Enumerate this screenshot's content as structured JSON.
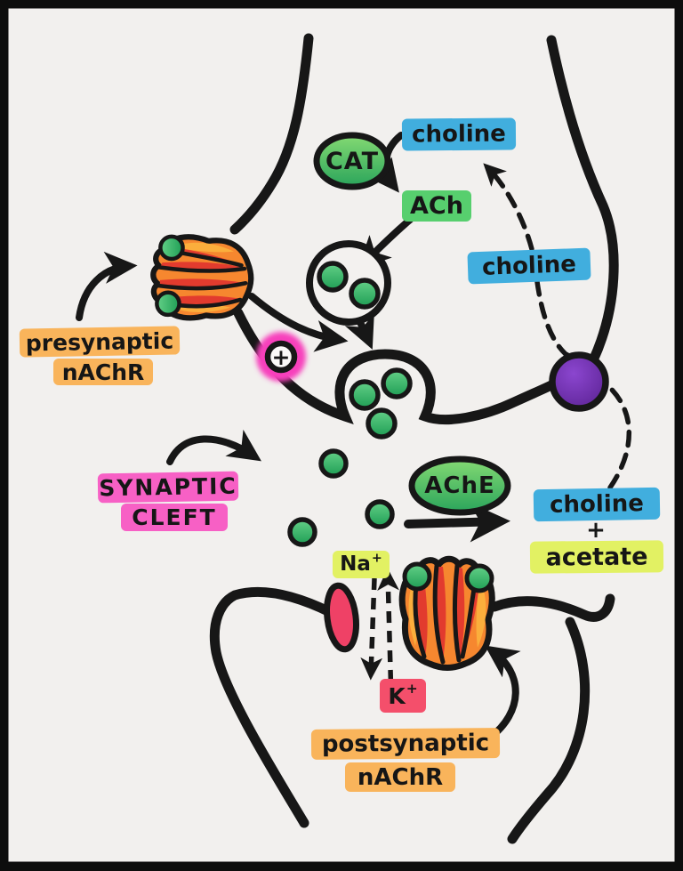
{
  "diagram_title": "cholinergic synapse (hand-drawn)",
  "labels": {
    "choline_top": "choline",
    "cat_enzyme": "CAT",
    "ach": "ACh",
    "choline_reuptake": "choline",
    "presynaptic_receptor": {
      "line1": "presynaptic",
      "line2": "nAChR"
    },
    "calcium_plus": "+",
    "synaptic_cleft": {
      "line1": "SYNAPTIC",
      "line2": "CLEFT"
    },
    "ache_enzyme": "AChE",
    "breakdown": {
      "choline": "choline",
      "plus": "+",
      "acetate": "acetate"
    },
    "sodium": {
      "base": "Na",
      "sup": "+"
    },
    "potassium": {
      "base": "K",
      "sup": "+"
    },
    "postsynaptic_receptor": {
      "line1": "postsynaptic",
      "line2": "nAChR"
    }
  },
  "colors": {
    "paper": "#f2f0ee",
    "ink": "#171717",
    "blue_highlight": "#41aede",
    "green_highlight": "#57cf6e",
    "orange_highlight": "#f9b45b",
    "pink_highlight": "#f760c5",
    "magenta_glow": "#f73fbc",
    "yellow_highlight": "#e2f163",
    "red_highlight": "#f44f6b",
    "purple_transporter": "#6e2fa7",
    "receptor_orange": "#f6872f",
    "receptor_red": "#e23b2e",
    "receptor_yellow": "#fbae3c",
    "vesicle_dot_green": "#2fae62",
    "ion_channel_red": "#ef4166"
  }
}
